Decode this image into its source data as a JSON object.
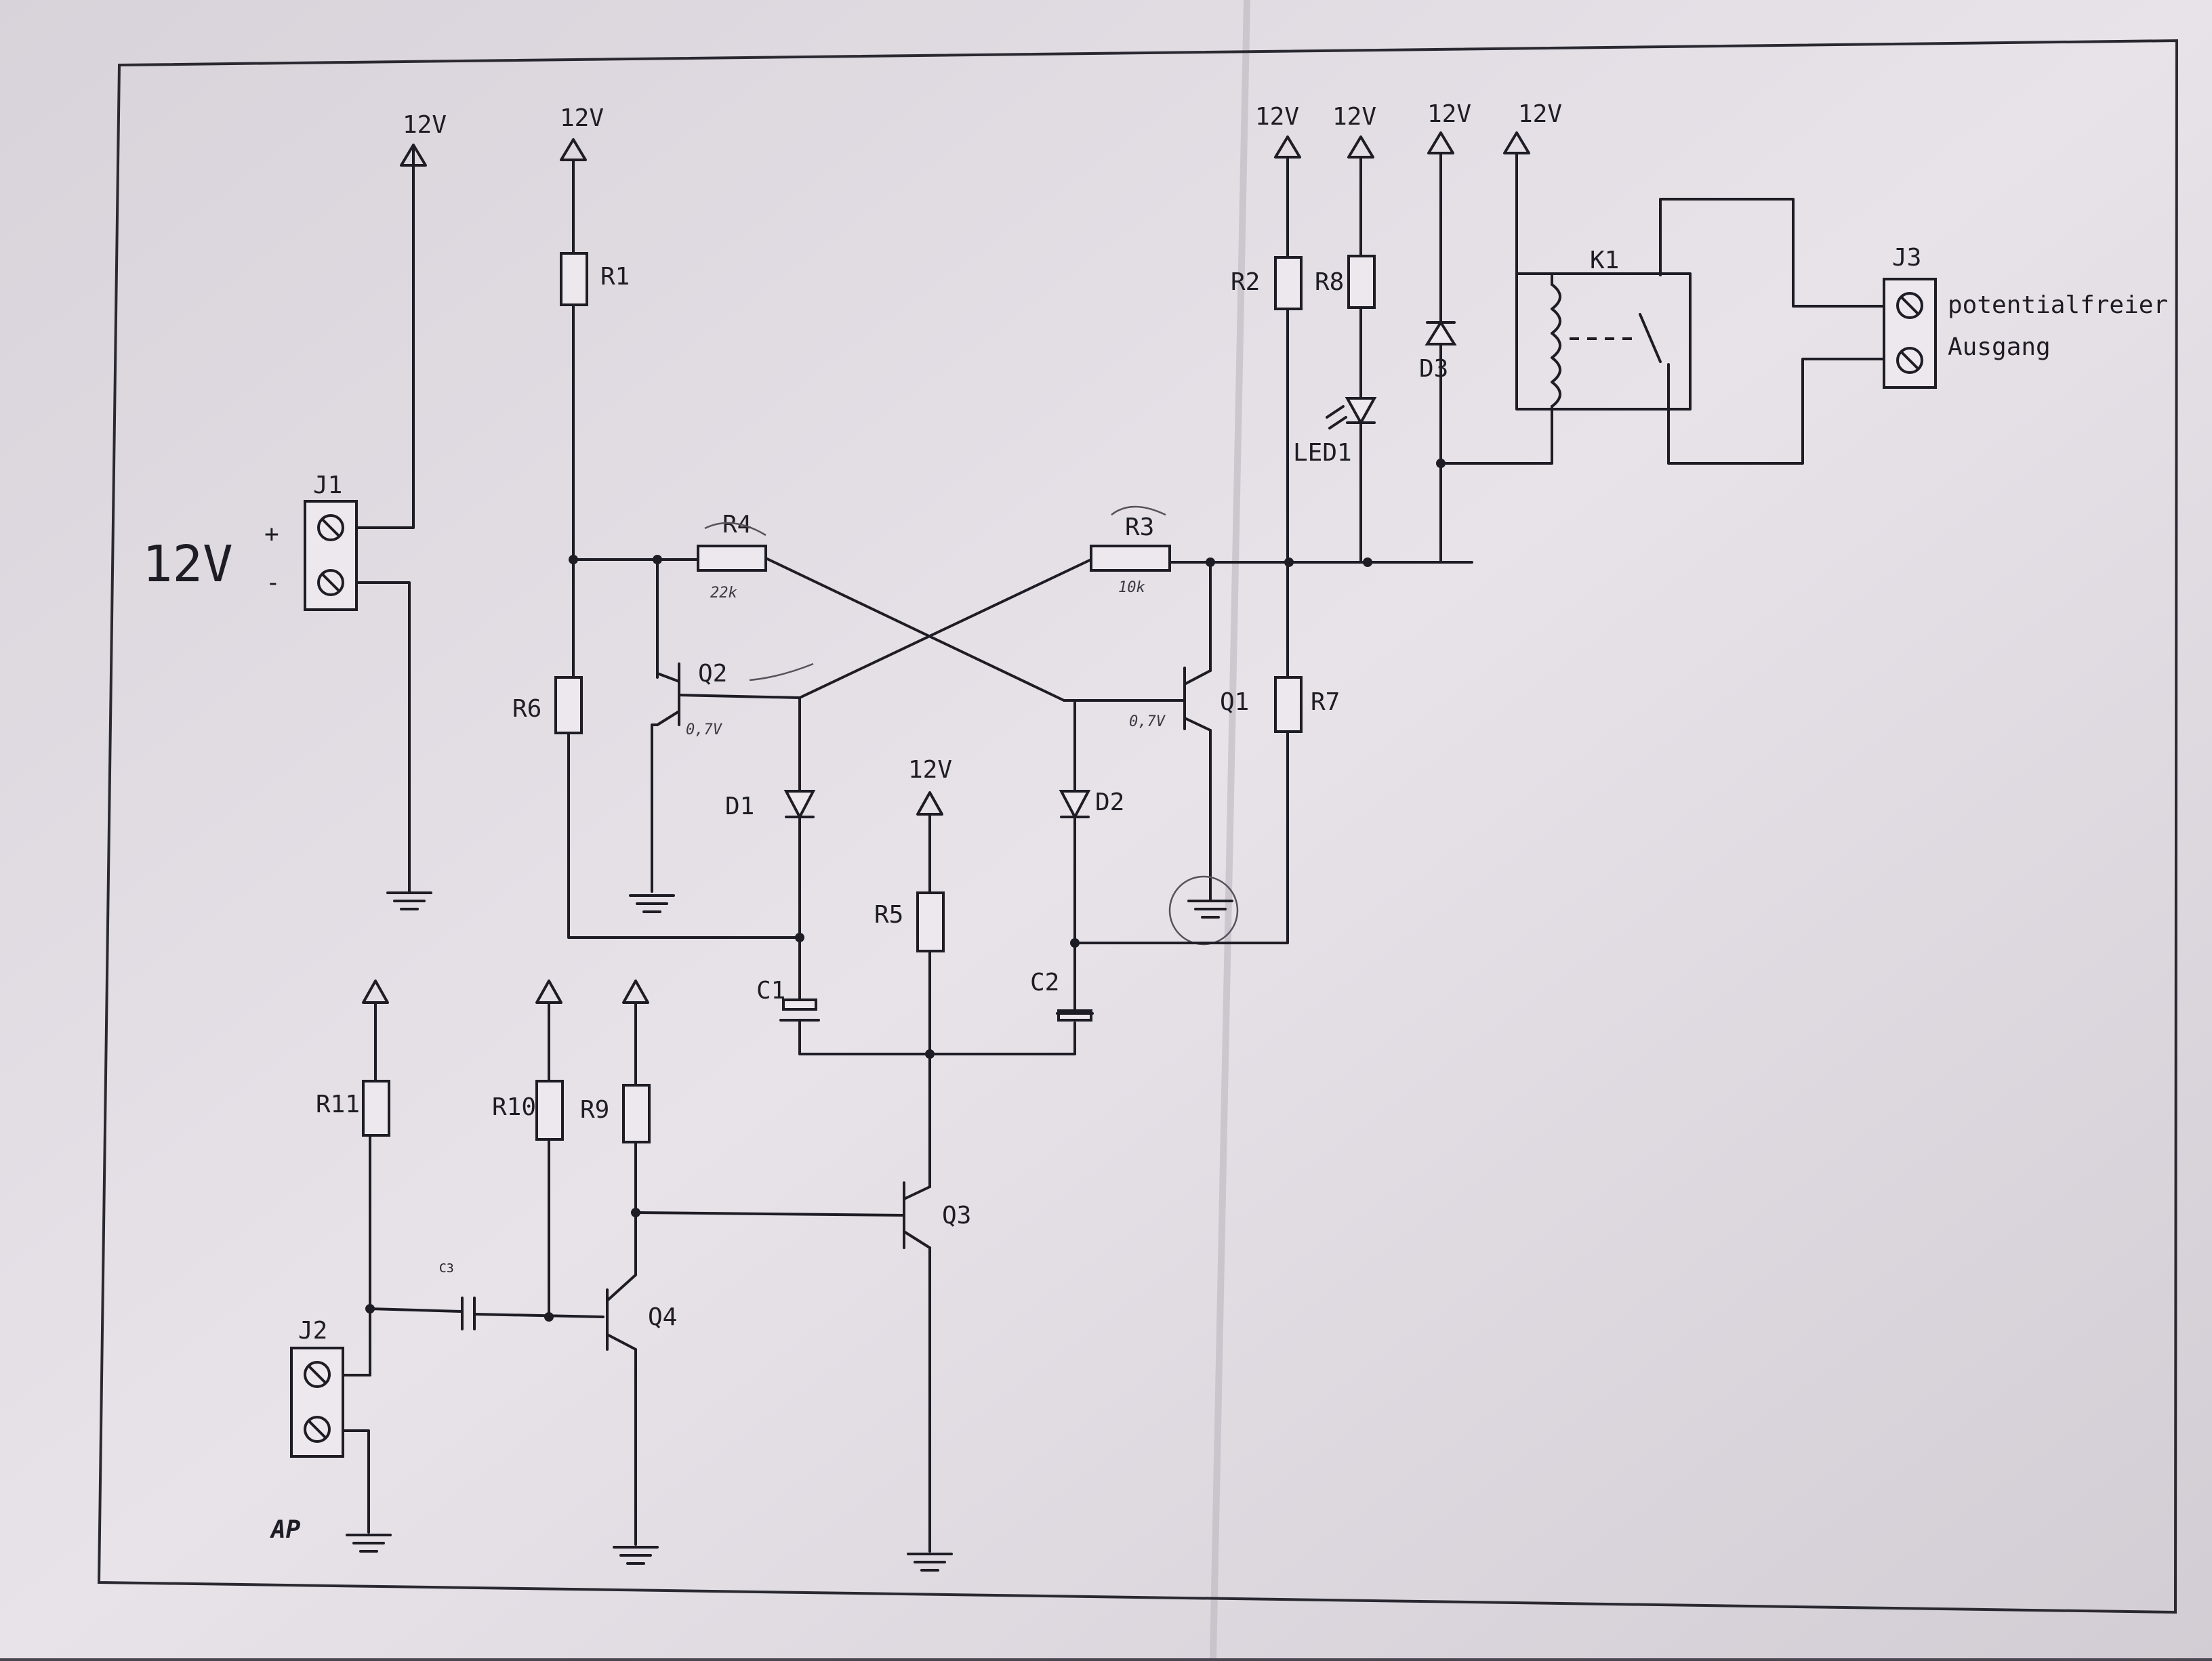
{
  "supply_label": "12V",
  "jacks": {
    "j1": {
      "name": "J1",
      "plus": "+",
      "minus": "-",
      "voltage": "12V"
    },
    "j2": {
      "name": "J2"
    },
    "j3": {
      "name": "J3",
      "line1": "potentialfreier",
      "line2": "Ausgang"
    }
  },
  "components": {
    "r1": "R1",
    "r2": "R2",
    "r3": "R3",
    "r4": "R4",
    "r5": "R5",
    "r6": "R6",
    "r7": "R7",
    "r8": "R8",
    "r9": "R9",
    "r10": "R10",
    "r11": "R11",
    "q1": "Q1",
    "q2": "Q2",
    "q3": "Q3",
    "q4": "Q4",
    "d1": "D1",
    "d2": "D2",
    "d3": "D3",
    "led1": "LED1",
    "c1": "C1",
    "c2": "C2",
    "c3": "C3",
    "k1": "K1"
  },
  "handwritten": {
    "r4": "22k",
    "r3": "10k",
    "q2": "0,7V",
    "q1": "0,7V"
  },
  "logo": "AP",
  "colors": {
    "paper": "#ece8ee",
    "ink": "#1e1c24",
    "background": "#4a4650"
  }
}
